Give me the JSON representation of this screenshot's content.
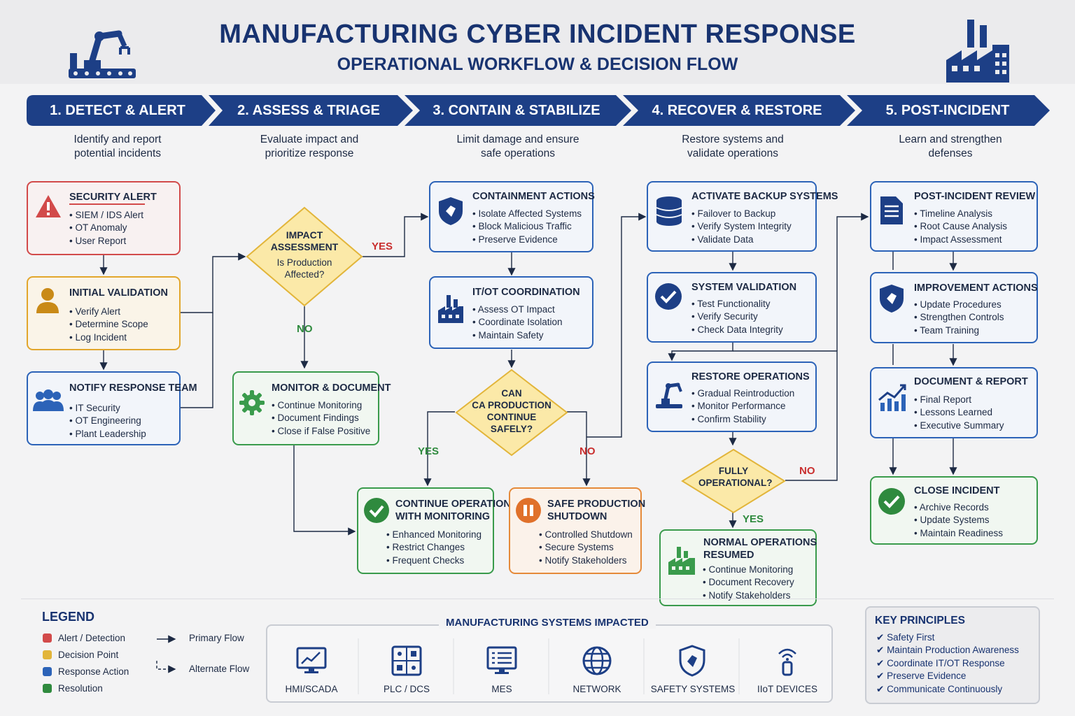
{
  "header": {
    "title": "MANUFACTURING CYBER INCIDENT RESPONSE",
    "subtitle": "OPERATIONAL WORKFLOW & DECISION FLOW"
  },
  "phases": [
    {
      "label": "1. DETECT & ALERT",
      "desc1": "Identify and report",
      "desc2": "potential incidents"
    },
    {
      "label": "2. ASSESS & TRIAGE",
      "desc1": "Evaluate impact and",
      "desc2": "prioritize response"
    },
    {
      "label": "3. CONTAIN & STABILIZE",
      "desc1": "Limit damage and ensure",
      "desc2": "safe operations"
    },
    {
      "label": "4. RECOVER & RESTORE",
      "desc1": "Restore systems and",
      "desc2": "validate operations"
    },
    {
      "label": "5. POST-INCIDENT",
      "desc1": "Learn and strengthen",
      "desc2": "defenses"
    }
  ],
  "cards": {
    "security_alert": {
      "title": "SECURITY ALERT",
      "items": [
        "SIEM / IDS Alert",
        "OT Anomaly",
        "User Report"
      ]
    },
    "initial_validation": {
      "title": "INITIAL VALIDATION",
      "items": [
        "Verify Alert",
        "Determine Scope",
        "Log Incident"
      ]
    },
    "notify_team": {
      "title": "NOTIFY RESPONSE TEAM",
      "items": [
        "IT Security",
        "OT Engineering",
        "Plant Leadership"
      ]
    },
    "monitor_document": {
      "title": "MONITOR & DOCUMENT",
      "items": [
        "Continue Monitoring",
        "Document Findings",
        "Close if False Positive"
      ]
    },
    "containment": {
      "title": "CONTAINMENT ACTIONS",
      "items": [
        "Isolate Affected Systems",
        "Block Malicious Traffic",
        "Preserve Evidence"
      ]
    },
    "itot": {
      "title": "IT/OT COORDINATION",
      "items": [
        "Assess OT Impact",
        "Coordinate Isolation",
        "Maintain Safety"
      ]
    },
    "continue_ops": {
      "title1": "CONTINUE OPERATIONS",
      "title2": "WITH MONITORING",
      "items": [
        "Enhanced Monitoring",
        "Restrict Changes",
        "Frequent Checks"
      ]
    },
    "safe_shutdown": {
      "title1": "SAFE PRODUCTION",
      "title2": "SHUTDOWN",
      "items": [
        "Controlled Shutdown",
        "Secure Systems",
        "Notify Stakeholders"
      ]
    },
    "backup": {
      "title": "ACTIVATE BACKUP SYSTEMS",
      "items": [
        "Failover to Backup",
        "Verify System Integrity",
        "Validate Data"
      ]
    },
    "system_validation": {
      "title": "SYSTEM VALIDATION",
      "items": [
        "Test Functionality",
        "Verify Security",
        "Check Data Integrity"
      ]
    },
    "restore_ops": {
      "title": "RESTORE OPERATIONS",
      "items": [
        "Gradual Reintroduction",
        "Monitor Performance",
        "Confirm Stability"
      ]
    },
    "normal_ops": {
      "title1": "NORMAL OPERATIONS",
      "title2": "RESUMED",
      "items": [
        "Continue Monitoring",
        "Document Recovery",
        "Notify Stakeholders"
      ]
    },
    "post_review": {
      "title": "POST-INCIDENT REVIEW",
      "items": [
        "Timeline Analysis",
        "Root Cause Analysis",
        "Impact Assessment"
      ]
    },
    "improvement": {
      "title": "IMPROVEMENT ACTIONS",
      "items": [
        "Update Procedures",
        "Strengthen Controls",
        "Team Training"
      ]
    },
    "document_report": {
      "title": "DOCUMENT & REPORT",
      "items": [
        "Final Report",
        "Lessons Learned",
        "Executive Summary"
      ]
    },
    "close_incident": {
      "title": "CLOSE INCIDENT",
      "items": [
        "Archive Records",
        "Update Systems",
        "Maintain Readiness"
      ]
    }
  },
  "decisions": {
    "impact": {
      "line1": "IMPACT",
      "line2": "ASSESSMENT",
      "line3": "Is Production",
      "line4": "Affected?"
    },
    "can_continue": {
      "line1": "CAN",
      "line2": "CA PRODUCTION",
      "line3": "CONTINUE",
      "line4": "SAFELY?"
    },
    "fully_operational": {
      "line1": "FULLY",
      "line2": "OPERATIONAL?"
    }
  },
  "flow_labels": {
    "yes": "YES",
    "no": "NO"
  },
  "legend": {
    "title": "LEGEND",
    "items": [
      "Alert / Detection",
      "Decision Point",
      "Response Action",
      "Resolution"
    ],
    "flows": [
      "Primary Flow",
      "Alternate Flow"
    ]
  },
  "systems": {
    "title": "MANUFACTURING SYSTEMS IMPACTED",
    "items": [
      "HMI/SCADA",
      "PLC / DCS",
      "MES",
      "NETWORK",
      "SAFETY SYSTEMS",
      "IIoT DEVICES"
    ]
  },
  "principles": {
    "title": "KEY PRINCIPLES",
    "items": [
      "Safety First",
      "Maintain Production Awareness",
      "Coordinate IT/OT Response",
      "Preserve Evidence",
      "Communicate Continuously"
    ]
  },
  "colors": {
    "navy": "#1d3f86",
    "red": "#d24a4a",
    "yellow": "#e2a62c",
    "blue": "#2c63b8",
    "green": "#3a9b4c",
    "orange": "#e58a3a"
  }
}
